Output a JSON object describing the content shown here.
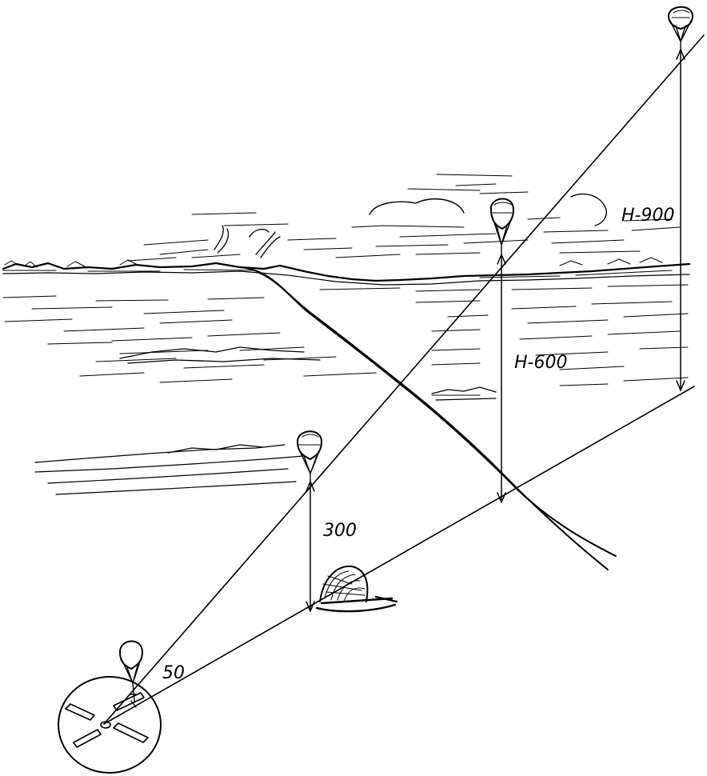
{
  "diagram": {
    "labels": {
      "height_900": "H-900",
      "height_600": "H-600",
      "height_300": "300",
      "distance_50": "50"
    }
  }
}
